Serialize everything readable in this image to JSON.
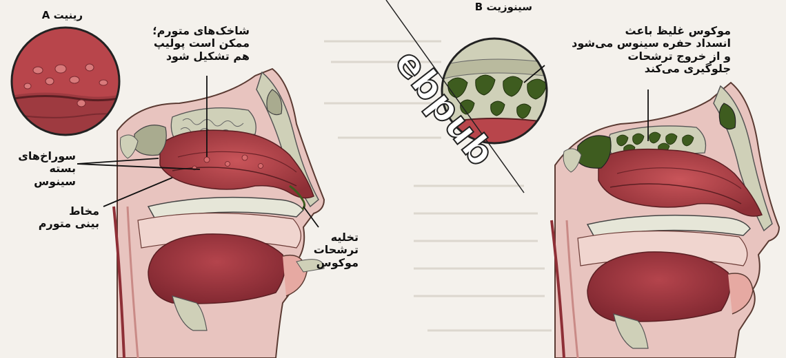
{
  "panels": {
    "left": {
      "title": "رینیت A",
      "labels": {
        "swollen_folds": "شاخک‌های متورم؛\nممکن است پولیپ\nهم تشکیل شود",
        "blocked_openings": "سوراخ‌های\nبسته سینوس",
        "swollen_mucosa": "مخاط\nبینی متورم",
        "mucus_drainage": "تخلیه\nترشحات\nموکوس"
      }
    },
    "right": {
      "title": "سینوزیت B",
      "labels": {
        "thick_mucus": "موکوس غلیظ باعث\nانسداد حفره سینوس می‌شود\nو از خروج ترشحات\nجلوگیری می‌کند"
      }
    }
  },
  "watermark": "ebpub",
  "colors": {
    "tissue": "#b8454b",
    "tissue_dark": "#8e2f36",
    "bone": "#cfd0b8",
    "mucus": "#3e5c1f",
    "background": "#f4f1ec"
  }
}
